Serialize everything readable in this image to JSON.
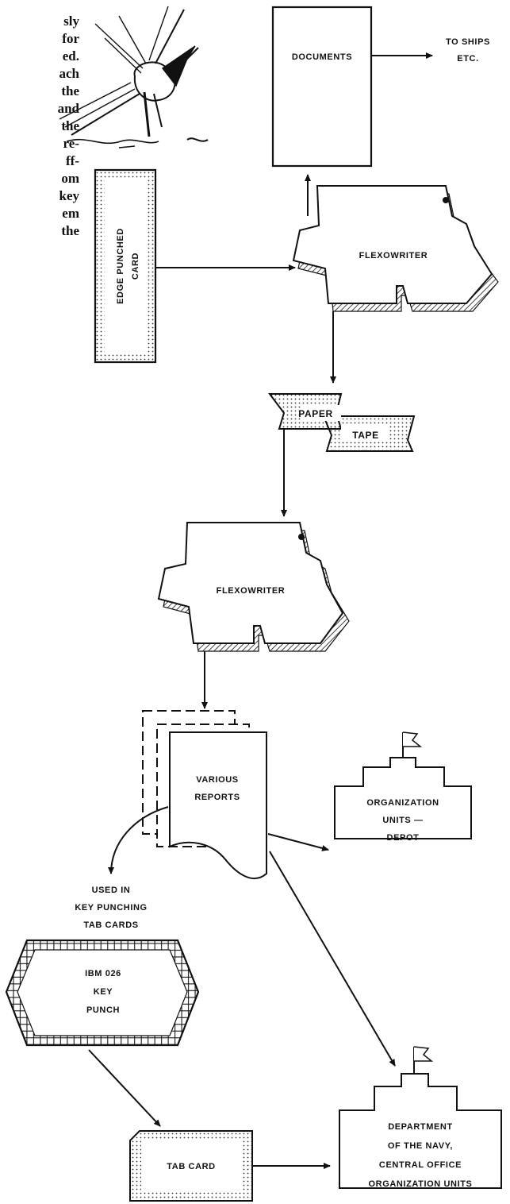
{
  "intro_text_fragments": [
    "sly",
    "for",
    "ed.",
    "ach",
    "the",
    "and",
    "the",
    "re-",
    "ff-",
    "om",
    "key",
    "em",
    "the"
  ],
  "nodes": {
    "documents": "DOCUMENTS",
    "to_ships_line1": "TO SHIPS",
    "to_ships_line2": "ETC.",
    "edge_card_line1": "EDGE PUNCHED",
    "edge_card_line2": "CARD",
    "flexowriter_1": "FLEXOWRITER",
    "paper": "PAPER",
    "tape": "TAPE",
    "flexowriter_2": "FLEXOWRITER",
    "reports_line1": "VARIOUS",
    "reports_line2": "REPORTS",
    "depot_line1": "ORGANIZATION",
    "depot_line2": "UNITS —",
    "depot_line3": "DEPOT",
    "used_line1": "USED IN",
    "used_line2": "KEY PUNCHING",
    "used_line3": "TAB CARDS",
    "keypunch_line1": "IBM 026",
    "keypunch_line2": "KEY",
    "keypunch_line3": "PUNCH",
    "tab_card": "TAB CARD",
    "navy_line1": "DEPARTMENT",
    "navy_line2": "OF THE NAVY,",
    "navy_line3": "CENTRAL OFFICE",
    "navy_line4": "ORGANIZATION UNITS"
  }
}
